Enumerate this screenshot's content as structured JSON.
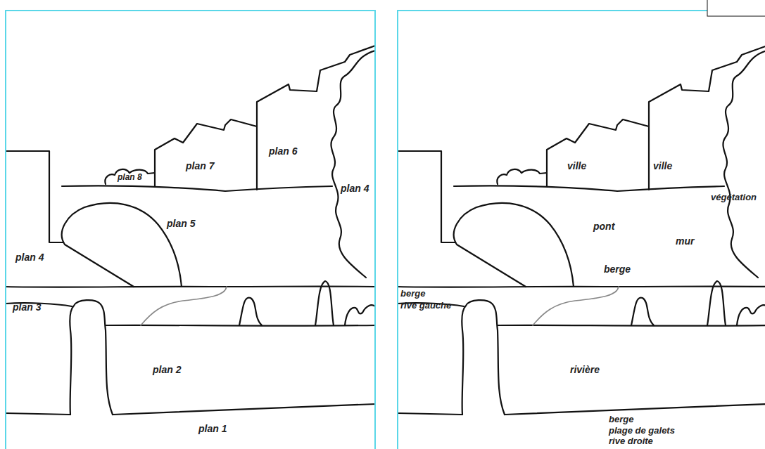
{
  "diagram": {
    "labels": [
      "plan 8",
      "plan 7",
      "plan 6",
      "plan 4",
      "plan 5",
      "plan 4",
      "plan 3",
      "plan 2",
      "plan 1",
      "ville",
      "ville",
      "végétation",
      "pont",
      "mur",
      "berge",
      "berge",
      "rive gauche",
      "rivière",
      "berge",
      "plage de galets",
      "rive droite"
    ]
  }
}
